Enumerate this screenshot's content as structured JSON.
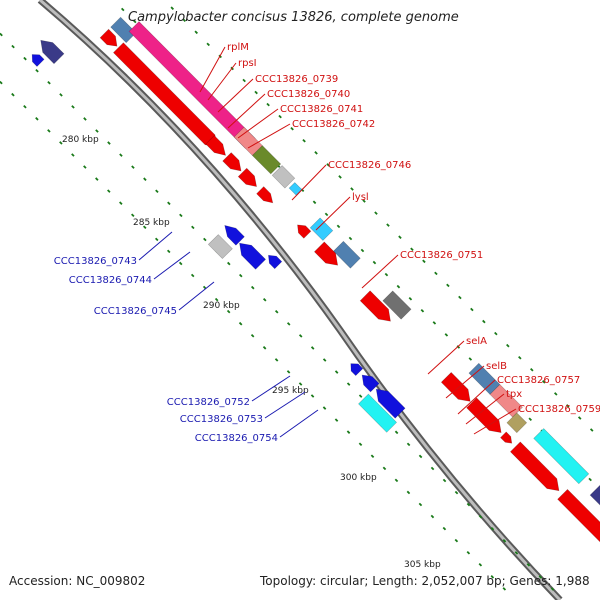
{
  "title": "Campylobacter concisus 13826, complete genome",
  "footer": {
    "accession": "Accession: NC_009802",
    "summary": "Topology: circular; Length: 2,052,007 bp; Genes: 1,988"
  },
  "colors": {
    "backbone": "#808080",
    "forward_label": "#d01010",
    "reverse_label": "#1a1ab0",
    "tick": "#1a7a1a",
    "red_gene": "#ee0000",
    "blue_gene": "#1111dd",
    "light_blue_gene": "#33ccff",
    "cyan_gene": "#22f2f2",
    "dark_navy_gene": "#3a3a88",
    "magenta_gene": "#ee2288",
    "salmon_gene": "#f08888",
    "olive_gene": "#6a8a2a",
    "grey_gene": "#707070",
    "light_grey_gene": "#c0c0c0",
    "steel_blue_gene": "#5080b0",
    "khaki_gene": "#b0a060"
  },
  "scale_labels": [
    "280 kbp",
    "285 kbp",
    "290 kbp",
    "295 kbp",
    "300 kbp",
    "305 kbp"
  ],
  "forward_labels": [
    "rplM",
    "rpsI",
    "CCC13826_0739",
    "CCC13826_0740",
    "CCC13826_0741",
    "CCC13826_0742",
    "CCC13826_0746",
    "lysl",
    "CCC13826_0751",
    "selA",
    "selB",
    "CCC13826_0757",
    "tpx",
    "CCC13826_0759"
  ],
  "reverse_labels": [
    "CCC13826_0743",
    "CCC13826_0744",
    "CCC13826_0745",
    "CCC13826_0752",
    "CCC13826_0753",
    "CCC13826_0754"
  ]
}
